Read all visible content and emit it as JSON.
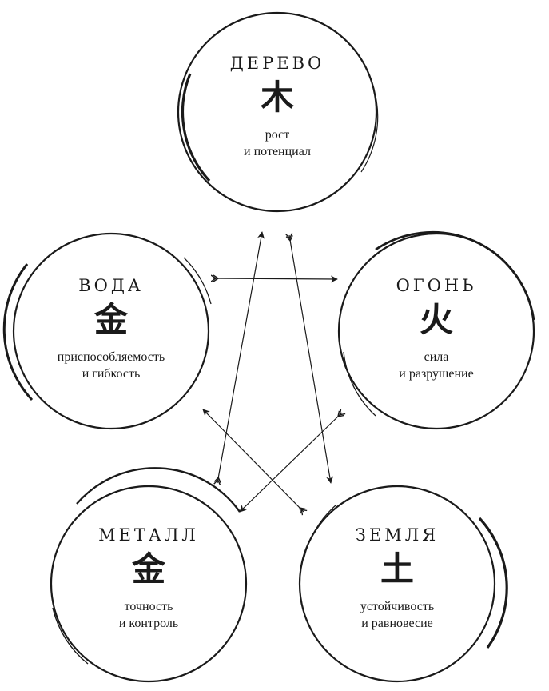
{
  "elements": {
    "wood": {
      "name": "ДЕРЕВО",
      "glyph": "木",
      "line1": "рост",
      "line2": "и потенциал"
    },
    "water": {
      "name": "ВОДА",
      "glyph": "金",
      "line1": "приспособляемость",
      "line2": "и гибкость"
    },
    "fire": {
      "name": "ОГОНЬ",
      "glyph": "火",
      "line1": "сила",
      "line2": "и разрушение"
    },
    "metal": {
      "name": "МЕТАЛЛ",
      "glyph": "金",
      "line1": "точность",
      "line2": "и контроль"
    },
    "earth": {
      "name": "ЗЕМЛЯ",
      "glyph": "土",
      "line1": "устойчивость",
      "line2": "и равновесие"
    }
  },
  "colors": {
    "ink": "#1a1a1a",
    "background": "#ffffff"
  }
}
